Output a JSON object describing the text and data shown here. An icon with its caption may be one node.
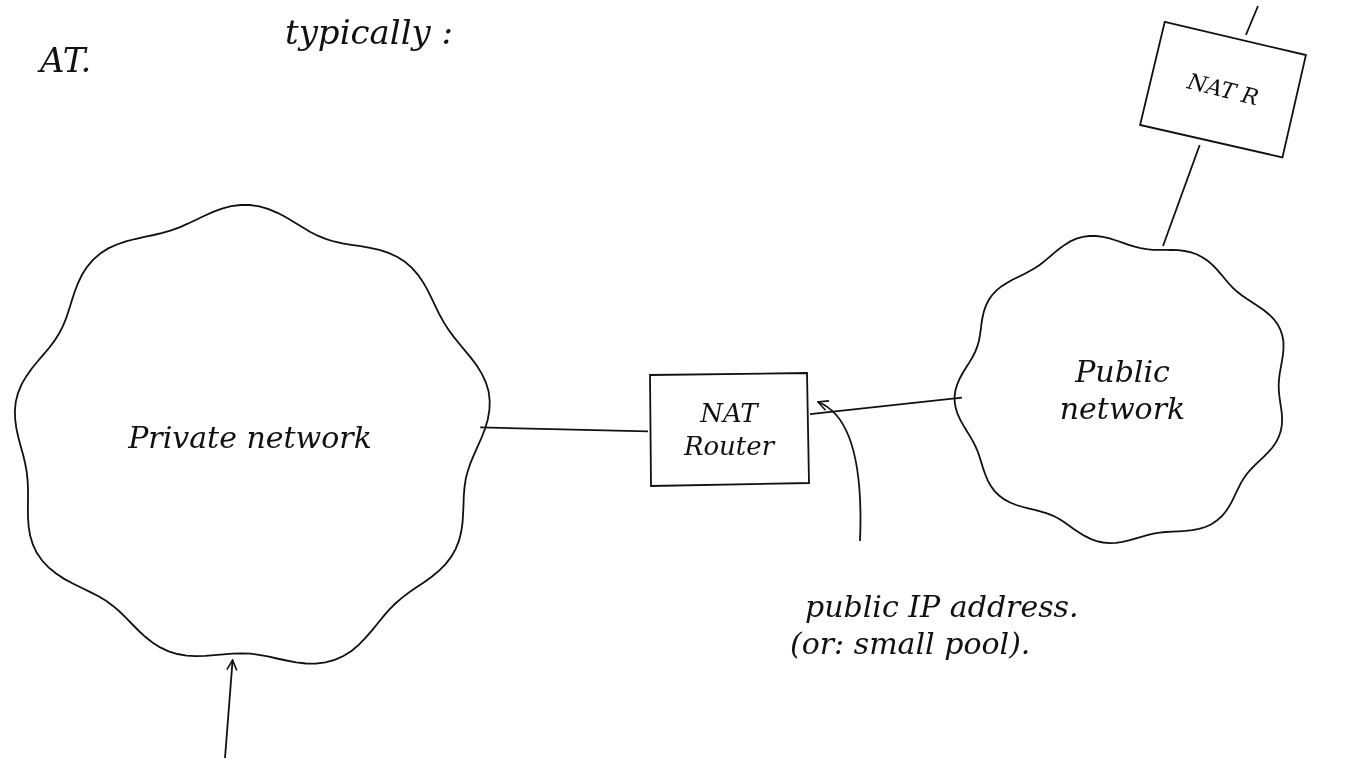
{
  "diagram": {
    "nodes": [
      {
        "text": [
          "Private network"
        ]
      },
      {
        "text": [
          "NAT Router"
        ]
      },
      {
        "text": [
          "Public network"
        ]
      },
      {
        "text": [
          "NAT R"
        ]
      },
      {
        "text": [
          "public IP address.",
          "(or: small pool)."
        ]
      }
    ],
    "edges": [
      {
        "from": 0,
        "to": 1,
        "arrow": "none"
      },
      {
        "from": 1,
        "to": 2,
        "arrow": "none"
      },
      {
        "from": 2,
        "to": 3,
        "arrow": "none"
      },
      {
        "from": 4,
        "to": 1,
        "arrow": "to"
      },
      {
        "from": null,
        "to": 0,
        "arrow": "to"
      },
      {
        "from": 3,
        "to": null,
        "arrow": "none"
      }
    ],
    "labels": [
      "AT.",
      "typically :"
    ]
  }
}
